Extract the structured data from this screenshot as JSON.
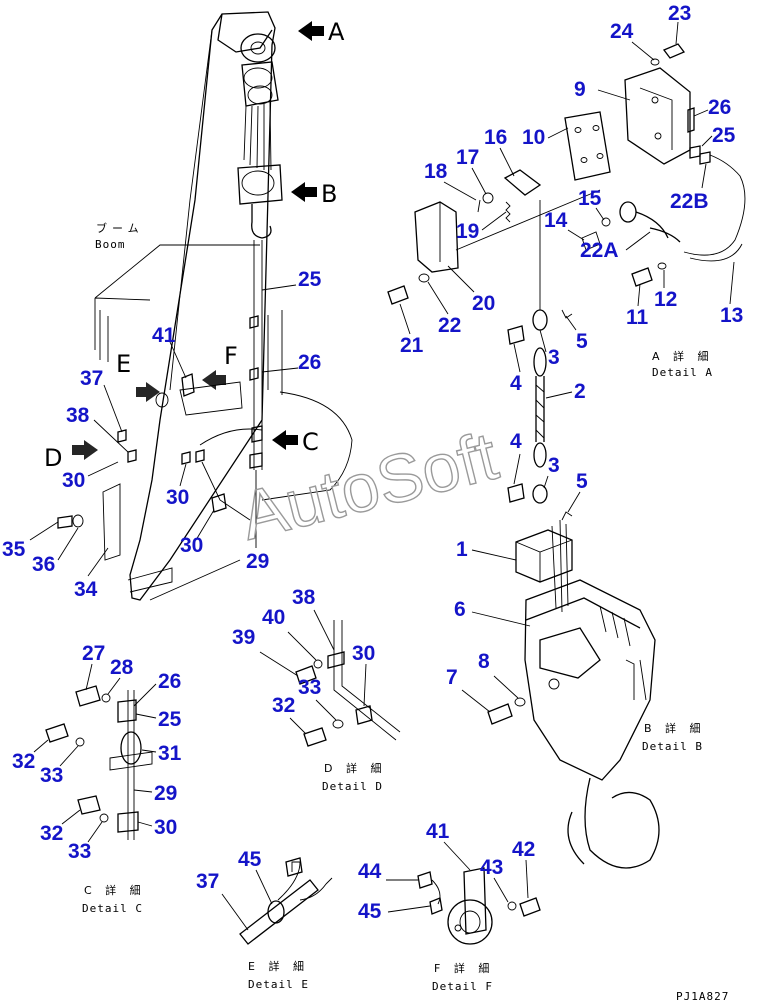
{
  "watermark": "AutoSoft",
  "drawing_code": "PJ1A827",
  "boom_label": {
    "jp": "ブーム",
    "en": "Boom"
  },
  "view_arrows": [
    "A",
    "B",
    "C",
    "D",
    "E",
    "F"
  ],
  "details": {
    "A": {
      "jp": "A 詳 細",
      "en": "Detail A"
    },
    "B": {
      "jp": "B 詳 細",
      "en": "Detail B"
    },
    "C": {
      "jp": "C 詳 細",
      "en": "Detail C"
    },
    "D": {
      "jp": "D 詳 細",
      "en": "Detail D"
    },
    "E": {
      "jp": "E 詳 細",
      "en": "Detail E"
    },
    "F": {
      "jp": "F 詳 細",
      "en": "Detail F"
    }
  },
  "callouts": {
    "main": [
      "25",
      "41",
      "26",
      "37",
      "38",
      "30",
      "30",
      "30",
      "35",
      "36",
      "34",
      "29"
    ],
    "detail_a": [
      "23",
      "24",
      "9",
      "26",
      "25",
      "10",
      "16",
      "17",
      "18",
      "15",
      "22B",
      "14",
      "22A",
      "19",
      "21",
      "22",
      "20",
      "11",
      "12",
      "13",
      "5"
    ],
    "detail_b": [
      "4",
      "3",
      "2",
      "4",
      "3",
      "5",
      "1",
      "6",
      "8",
      "7"
    ],
    "detail_c": [
      "27",
      "28",
      "26",
      "25",
      "32",
      "33",
      "31",
      "29",
      "32",
      "33",
      "30"
    ],
    "detail_d": [
      "38",
      "40",
      "39",
      "30",
      "33",
      "32"
    ],
    "detail_e": [
      "45",
      "37"
    ],
    "detail_f": [
      "41",
      "42",
      "44",
      "43",
      "45"
    ]
  }
}
